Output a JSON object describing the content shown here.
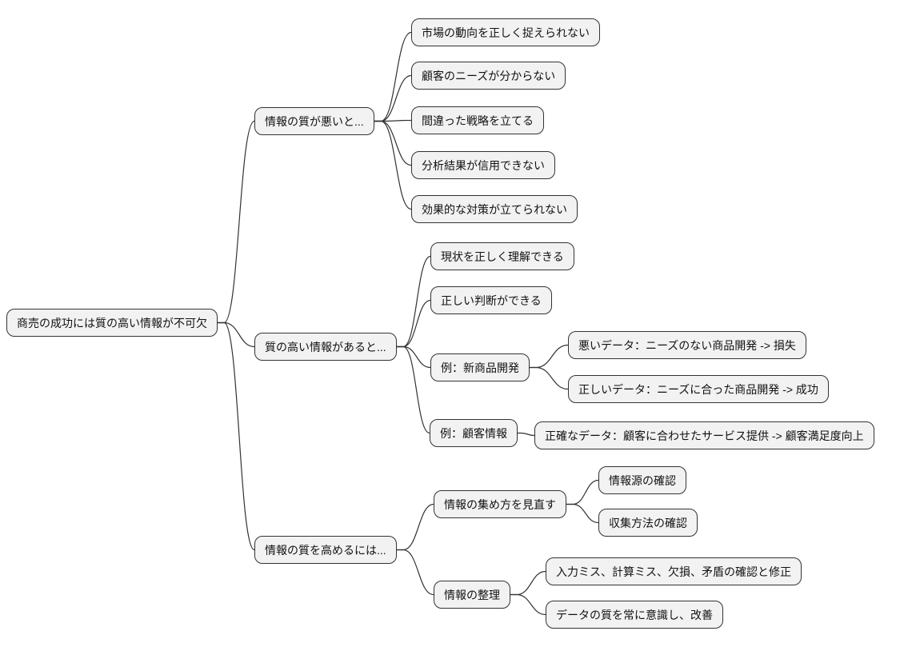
{
  "diagram": {
    "type": "mindmap",
    "orientation": "left-to-right"
  },
  "colors": {
    "background": "#ffffff",
    "node_fill": "#f2f2f2",
    "node_border": "#333333",
    "edge_stroke": "#333333",
    "text": "#111111"
  },
  "nodes": {
    "root": {
      "label": "商売の成功には質の高い情報が不可欠"
    },
    "bad": {
      "label": "情報の質が悪いと..."
    },
    "good": {
      "label": "質の高い情報があると..."
    },
    "improve": {
      "label": "情報の質を高めるには..."
    },
    "bad1": {
      "label": "市場の動向を正しく捉えられない"
    },
    "bad2": {
      "label": "顧客のニーズが分からない"
    },
    "bad3": {
      "label": "間違った戦略を立てる"
    },
    "bad4": {
      "label": "分析結果が信用できない"
    },
    "bad5": {
      "label": "効果的な対策が立てられない"
    },
    "good1": {
      "label": "現状を正しく理解できる"
    },
    "good2": {
      "label": "正しい判断ができる"
    },
    "good3": {
      "label": "例：新商品開発"
    },
    "good4": {
      "label": "例：顧客情報"
    },
    "good3a": {
      "label": "悪いデータ：ニーズのない商品開発 -> 損失"
    },
    "good3b": {
      "label": "正しいデータ：ニーズに合った商品開発 -> 成功"
    },
    "good4a": {
      "label": "正確なデータ：顧客に合わせたサービス提供 -> 顧客満足度向上"
    },
    "improve1": {
      "label": "情報の集め方を見直す"
    },
    "improve2": {
      "label": "情報の整理"
    },
    "improve1a": {
      "label": "情報源の確認"
    },
    "improve1b": {
      "label": "収集方法の確認"
    },
    "improve2a": {
      "label": "入力ミス、計算ミス、欠損、矛盾の確認と修正"
    },
    "improve2b": {
      "label": "データの質を常に意識し、改善"
    }
  },
  "edges": [
    [
      "root",
      "bad"
    ],
    [
      "root",
      "good"
    ],
    [
      "root",
      "improve"
    ],
    [
      "bad",
      "bad1"
    ],
    [
      "bad",
      "bad2"
    ],
    [
      "bad",
      "bad3"
    ],
    [
      "bad",
      "bad4"
    ],
    [
      "bad",
      "bad5"
    ],
    [
      "good",
      "good1"
    ],
    [
      "good",
      "good2"
    ],
    [
      "good",
      "good3"
    ],
    [
      "good",
      "good4"
    ],
    [
      "good3",
      "good3a"
    ],
    [
      "good3",
      "good3b"
    ],
    [
      "good4",
      "good4a"
    ],
    [
      "improve",
      "improve1"
    ],
    [
      "improve",
      "improve2"
    ],
    [
      "improve1",
      "improve1a"
    ],
    [
      "improve1",
      "improve1b"
    ],
    [
      "improve2",
      "improve2a"
    ],
    [
      "improve2",
      "improve2b"
    ]
  ]
}
